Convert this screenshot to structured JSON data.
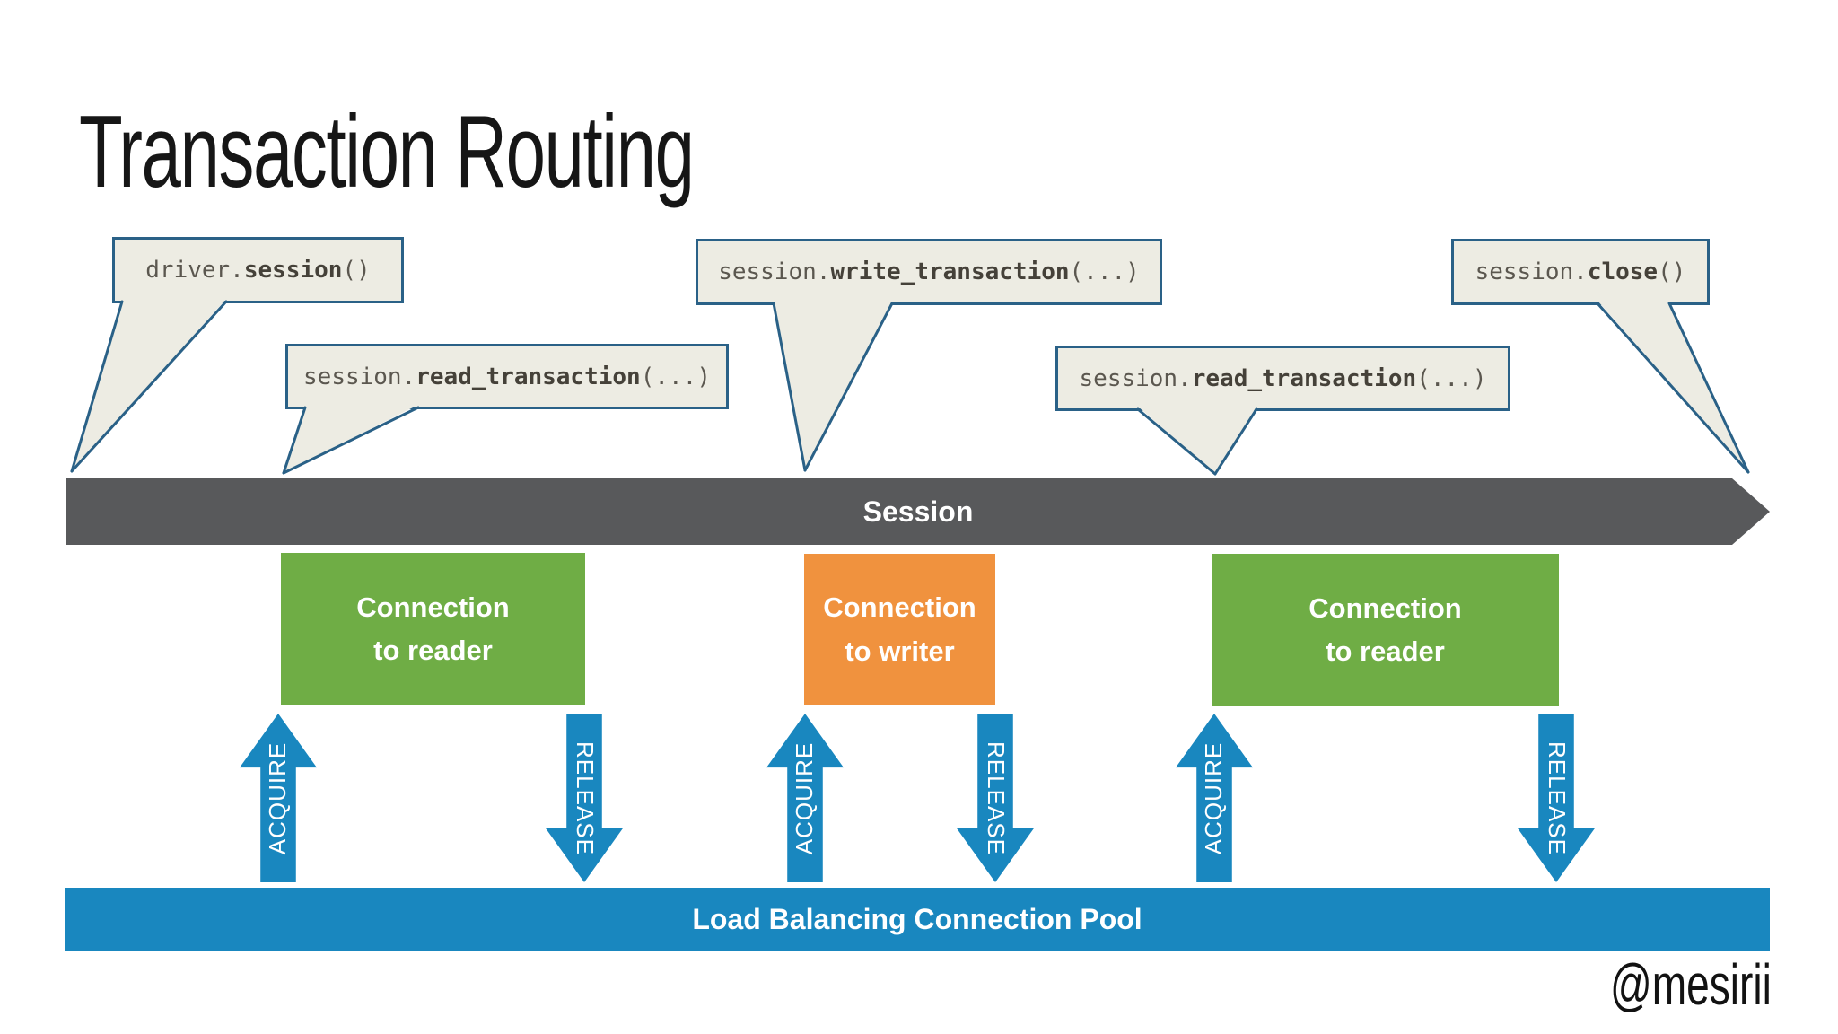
{
  "slide": {
    "title": "Transaction Routing",
    "signature": "@mesirii"
  },
  "callouts": [
    {
      "prefix": "driver.",
      "method": "session",
      "suffix": "()"
    },
    {
      "prefix": "session.",
      "method": "read_transaction",
      "suffix": "(...)"
    },
    {
      "prefix": "session.",
      "method": "write_transaction",
      "suffix": "(...)"
    },
    {
      "prefix": "session.",
      "method": "read_transaction",
      "suffix": "(...)"
    },
    {
      "prefix": "session.",
      "method": "close",
      "suffix": "()"
    }
  ],
  "session_bar": {
    "label": "Session"
  },
  "connections": [
    {
      "line1": "Connection",
      "line2": "to reader",
      "type": "reader"
    },
    {
      "line1": "Connection",
      "line2": "to writer",
      "type": "writer"
    },
    {
      "line1": "Connection",
      "line2": "to reader",
      "type": "reader"
    }
  ],
  "pool_arrows": {
    "acquire": "ACQUIRE",
    "release": "RELEASE"
  },
  "pool": {
    "label": "Load Balancing Connection Pool"
  },
  "colors": {
    "session_bar_gray": "#58595B",
    "reader_green": "#6FAD45",
    "writer_orange": "#F0923E",
    "pool_blue": "#1987BF",
    "callout_fill": "#EDECE3",
    "callout_border": "#2A6187"
  }
}
